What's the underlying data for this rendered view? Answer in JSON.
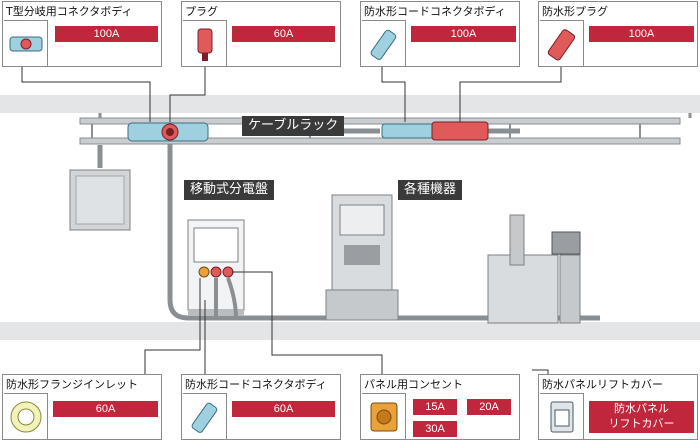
{
  "cards": {
    "tee_connector": {
      "title": "T型分岐用コネクタボディ",
      "rating": "100A"
    },
    "plug": {
      "title": "プラグ",
      "rating": "60A"
    },
    "waterproof_connector_top": {
      "title": "防水形コードコネクタボディ",
      "rating": "100A"
    },
    "waterproof_plug": {
      "title": "防水形プラグ",
      "rating": "100A"
    },
    "flanged_inlet": {
      "title": "防水形フランジインレット",
      "rating": "60A"
    },
    "waterproof_connector_bottom": {
      "title": "防水形コードコネクタボディ",
      "rating": "60A"
    },
    "panel_outlet": {
      "title": "パネル用コンセント",
      "ratings": [
        "15A",
        "20A",
        "30A"
      ]
    },
    "panel_cover": {
      "title": "防水パネルリフトカバー",
      "rating_line1": "防水パネル",
      "rating_line2": "リフトカバー"
    }
  },
  "labels": {
    "cable_rack": "ケーブルラック",
    "mobile_panel": "移動式分電盤",
    "machines": "各種機器"
  },
  "colors": {
    "accent_red": "#c0263c",
    "rack_gray": "#c9cdd0",
    "connector_blue": "#9fd0e0",
    "plug_red": "#e05a5a"
  }
}
